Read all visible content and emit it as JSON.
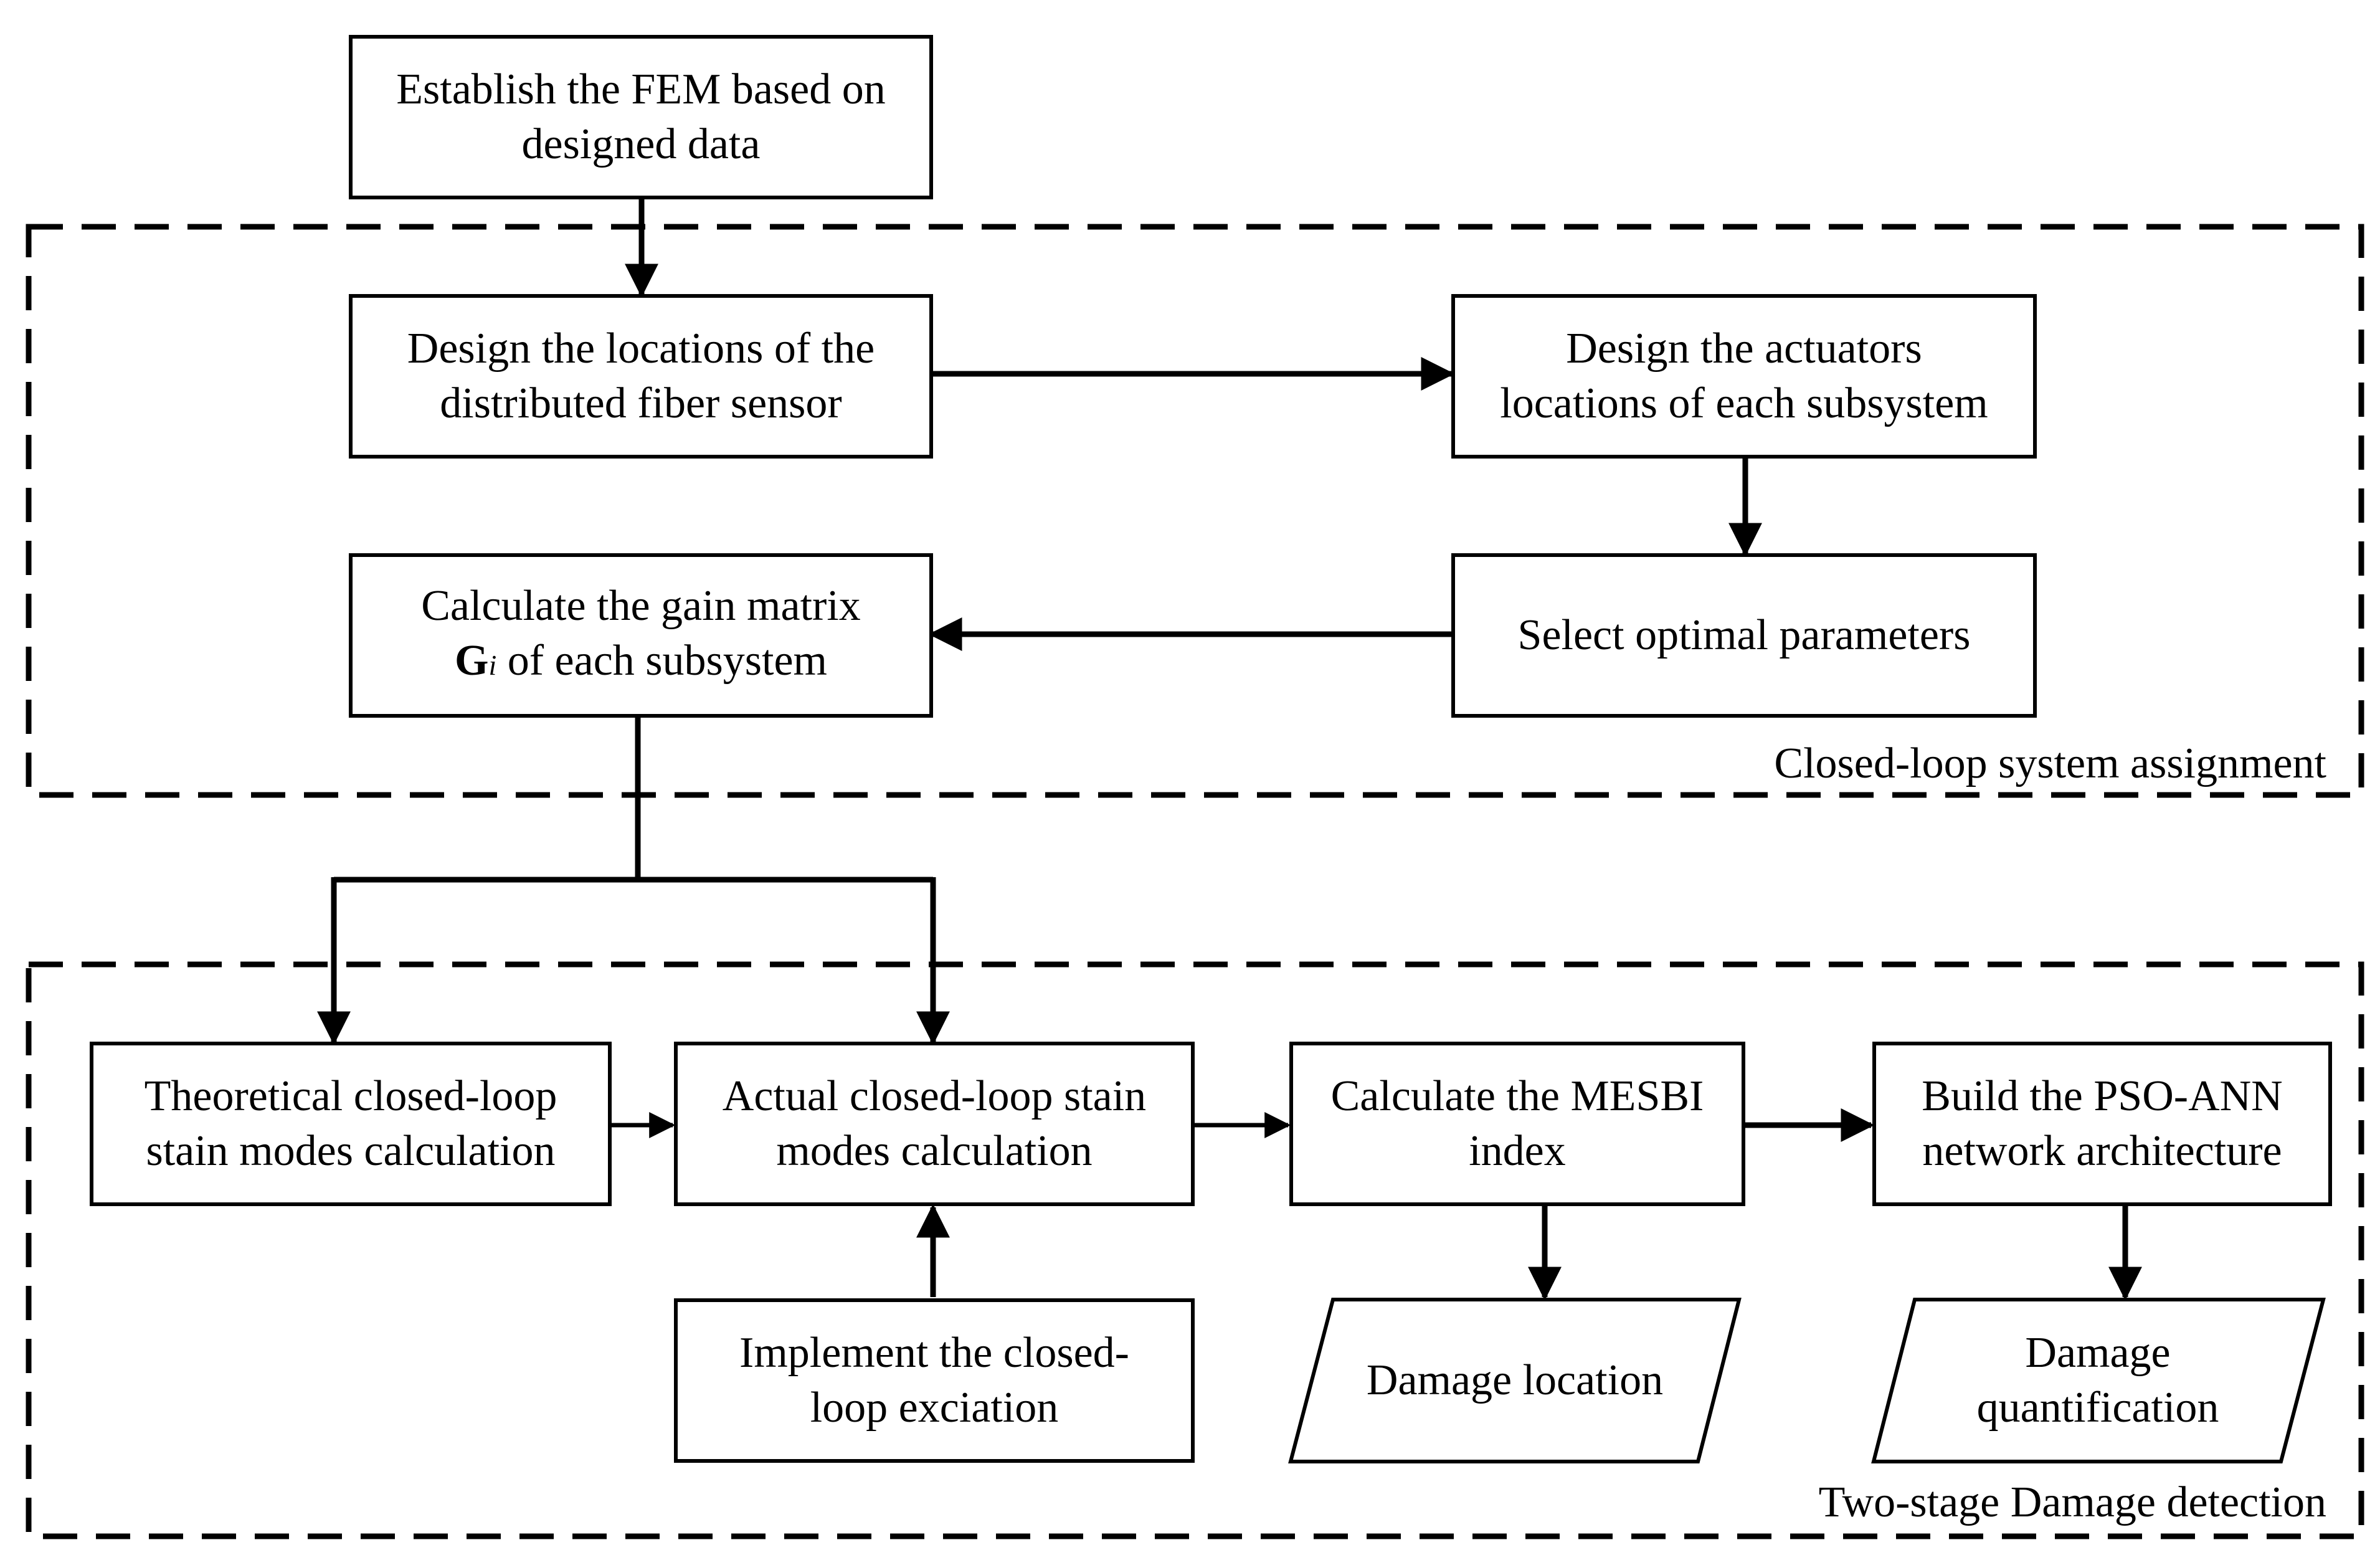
{
  "nodes": {
    "establish_fem": {
      "lines": [
        "Establish the FEM based on",
        "designed data"
      ]
    },
    "design_sensor_locations": {
      "lines": [
        "Design the locations of  the",
        "distributed fiber sensor"
      ]
    },
    "design_actuator_locations": {
      "lines": [
        "Design the actuators",
        "locations of each subsystem"
      ]
    },
    "select_parameters": {
      "lines": [
        "Select optimal parameters"
      ]
    },
    "calculate_gain": {
      "line1": "Calculate the gain matrix",
      "symbol": "G",
      "subscript": "i",
      "line2_rest": " of each subsystem"
    },
    "theoretical_modes": {
      "lines": [
        "Theoretical closed-loop",
        "stain modes calculation"
      ]
    },
    "actual_modes": {
      "lines": [
        "Actual closed-loop stain",
        "modes calculation"
      ]
    },
    "implement_excitation": {
      "lines": [
        "Implement the closed-",
        "loop exciation"
      ]
    },
    "calculate_mesbi": {
      "lines": [
        "Calculate the MESBI",
        "index"
      ]
    },
    "build_pso_ann": {
      "lines": [
        "Build the PSO-ANN",
        "network architecture"
      ]
    },
    "damage_location": {
      "lines": [
        "Damage location"
      ]
    },
    "damage_quantification": {
      "lines": [
        "Damage",
        "quantification"
      ]
    }
  },
  "groups": {
    "closed_loop": {
      "label": "Closed-loop system assignment"
    },
    "two_stage": {
      "label": "Two-stage Damage detection"
    }
  }
}
